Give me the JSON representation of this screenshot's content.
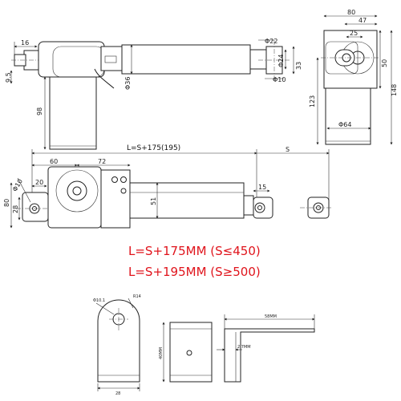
{
  "top_view": {
    "dim_16": "16",
    "dim_9_5": "9.5",
    "dim_98": "98",
    "dim_phi36": "Φ36",
    "dim_phi22": "Φ22",
    "dim_phi24": "Φ24",
    "dim_33": "33",
    "dim_phi10": "Φ10"
  },
  "side_view": {
    "dim_80": "80",
    "dim_47": "47",
    "dim_25": "25",
    "dim_50": "50",
    "dim_148": "148",
    "dim_123": "123",
    "dim_phi64": "Φ64"
  },
  "front_view": {
    "length_label": "L=S+175(195)",
    "stroke_label": "S",
    "dim_60": "60",
    "dim_72": "72",
    "dim_20": "20",
    "dim_phi10": "Φ10",
    "dim_80": "80",
    "dim_28": "28",
    "dim_51": "51",
    "dim_15": "15"
  },
  "formulas": {
    "line1": "L=S+175MM (S≤450)",
    "line2": "L=S+195MM (S≥500)"
  },
  "bracket_a": {
    "dim_phi10_1": "Φ10.1",
    "dim_r14": "R14",
    "dim_28": "28"
  },
  "bracket_b": {
    "dim_40mm": "40MM"
  },
  "bracket_c": {
    "dim_58mm": "58MM",
    "dim_2_7mm": "2.7MM"
  }
}
